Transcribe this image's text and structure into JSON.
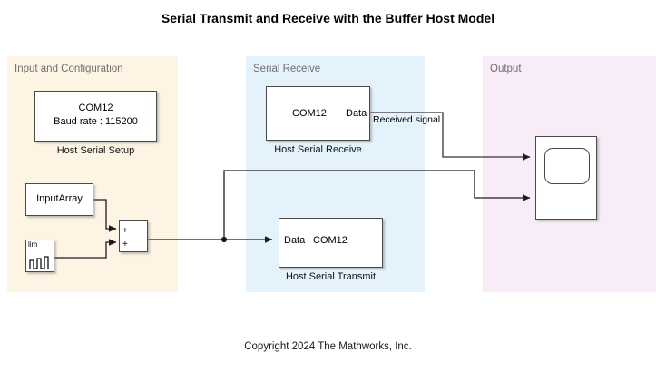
{
  "title": "Serial Transmit and Receive with the Buffer Host Model",
  "copyright": "Copyright 2024 The Mathworks, Inc.",
  "panels": [
    {
      "name": "input-config",
      "label": "Input and Configuration",
      "color": "#fdf4e3"
    },
    {
      "name": "serial-receive",
      "label": "Serial Receive",
      "color": "#e4f2fb"
    },
    {
      "name": "output",
      "label": "Output",
      "color": "#f7ecf7"
    }
  ],
  "blocks": {
    "host_serial_setup": {
      "line1": "COM12",
      "line2": "Baud rate : 115200",
      "caption": "Host Serial Setup"
    },
    "input_array": {
      "label": "InputArray"
    },
    "signal_generator": {
      "label": "lim",
      "icon": "waveform-icon"
    },
    "sum": {
      "sign1": "+",
      "sign2": "+"
    },
    "host_serial_receive": {
      "port_left": "COM12",
      "port_right": "Data",
      "caption": "Host Serial Receive"
    },
    "host_serial_transmit": {
      "port_left": "Data",
      "port_right": "COM12",
      "caption": "Host Serial Transmit"
    },
    "scope": {
      "name": "scope-block",
      "inputs": 2
    }
  },
  "wires": {
    "received_signal_label": "Received signal"
  },
  "colors": {
    "panel_input": "#fdf4e3",
    "panel_receive": "#e4f2fb",
    "panel_output": "#f7ecf7",
    "wire": "#3a2a3a",
    "block_border": "#4a4a4a",
    "panel_label_text": "#6f6f6f"
  }
}
